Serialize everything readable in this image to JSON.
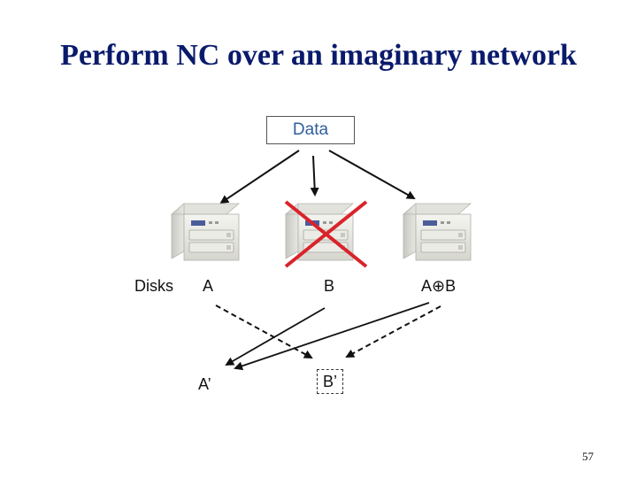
{
  "slide": {
    "title": "Perform NC over an imaginary network",
    "page_number": "57"
  },
  "diagram": {
    "data_label": "Data",
    "disks_label": "Disks",
    "disk_labels": [
      "A",
      "B",
      "A⊕B"
    ],
    "recovered_labels": [
      "A’",
      "B’"
    ],
    "failure_mark_color": "#d9232a",
    "icons": [
      "server-disk-icon",
      "failed-cross-icon"
    ]
  }
}
